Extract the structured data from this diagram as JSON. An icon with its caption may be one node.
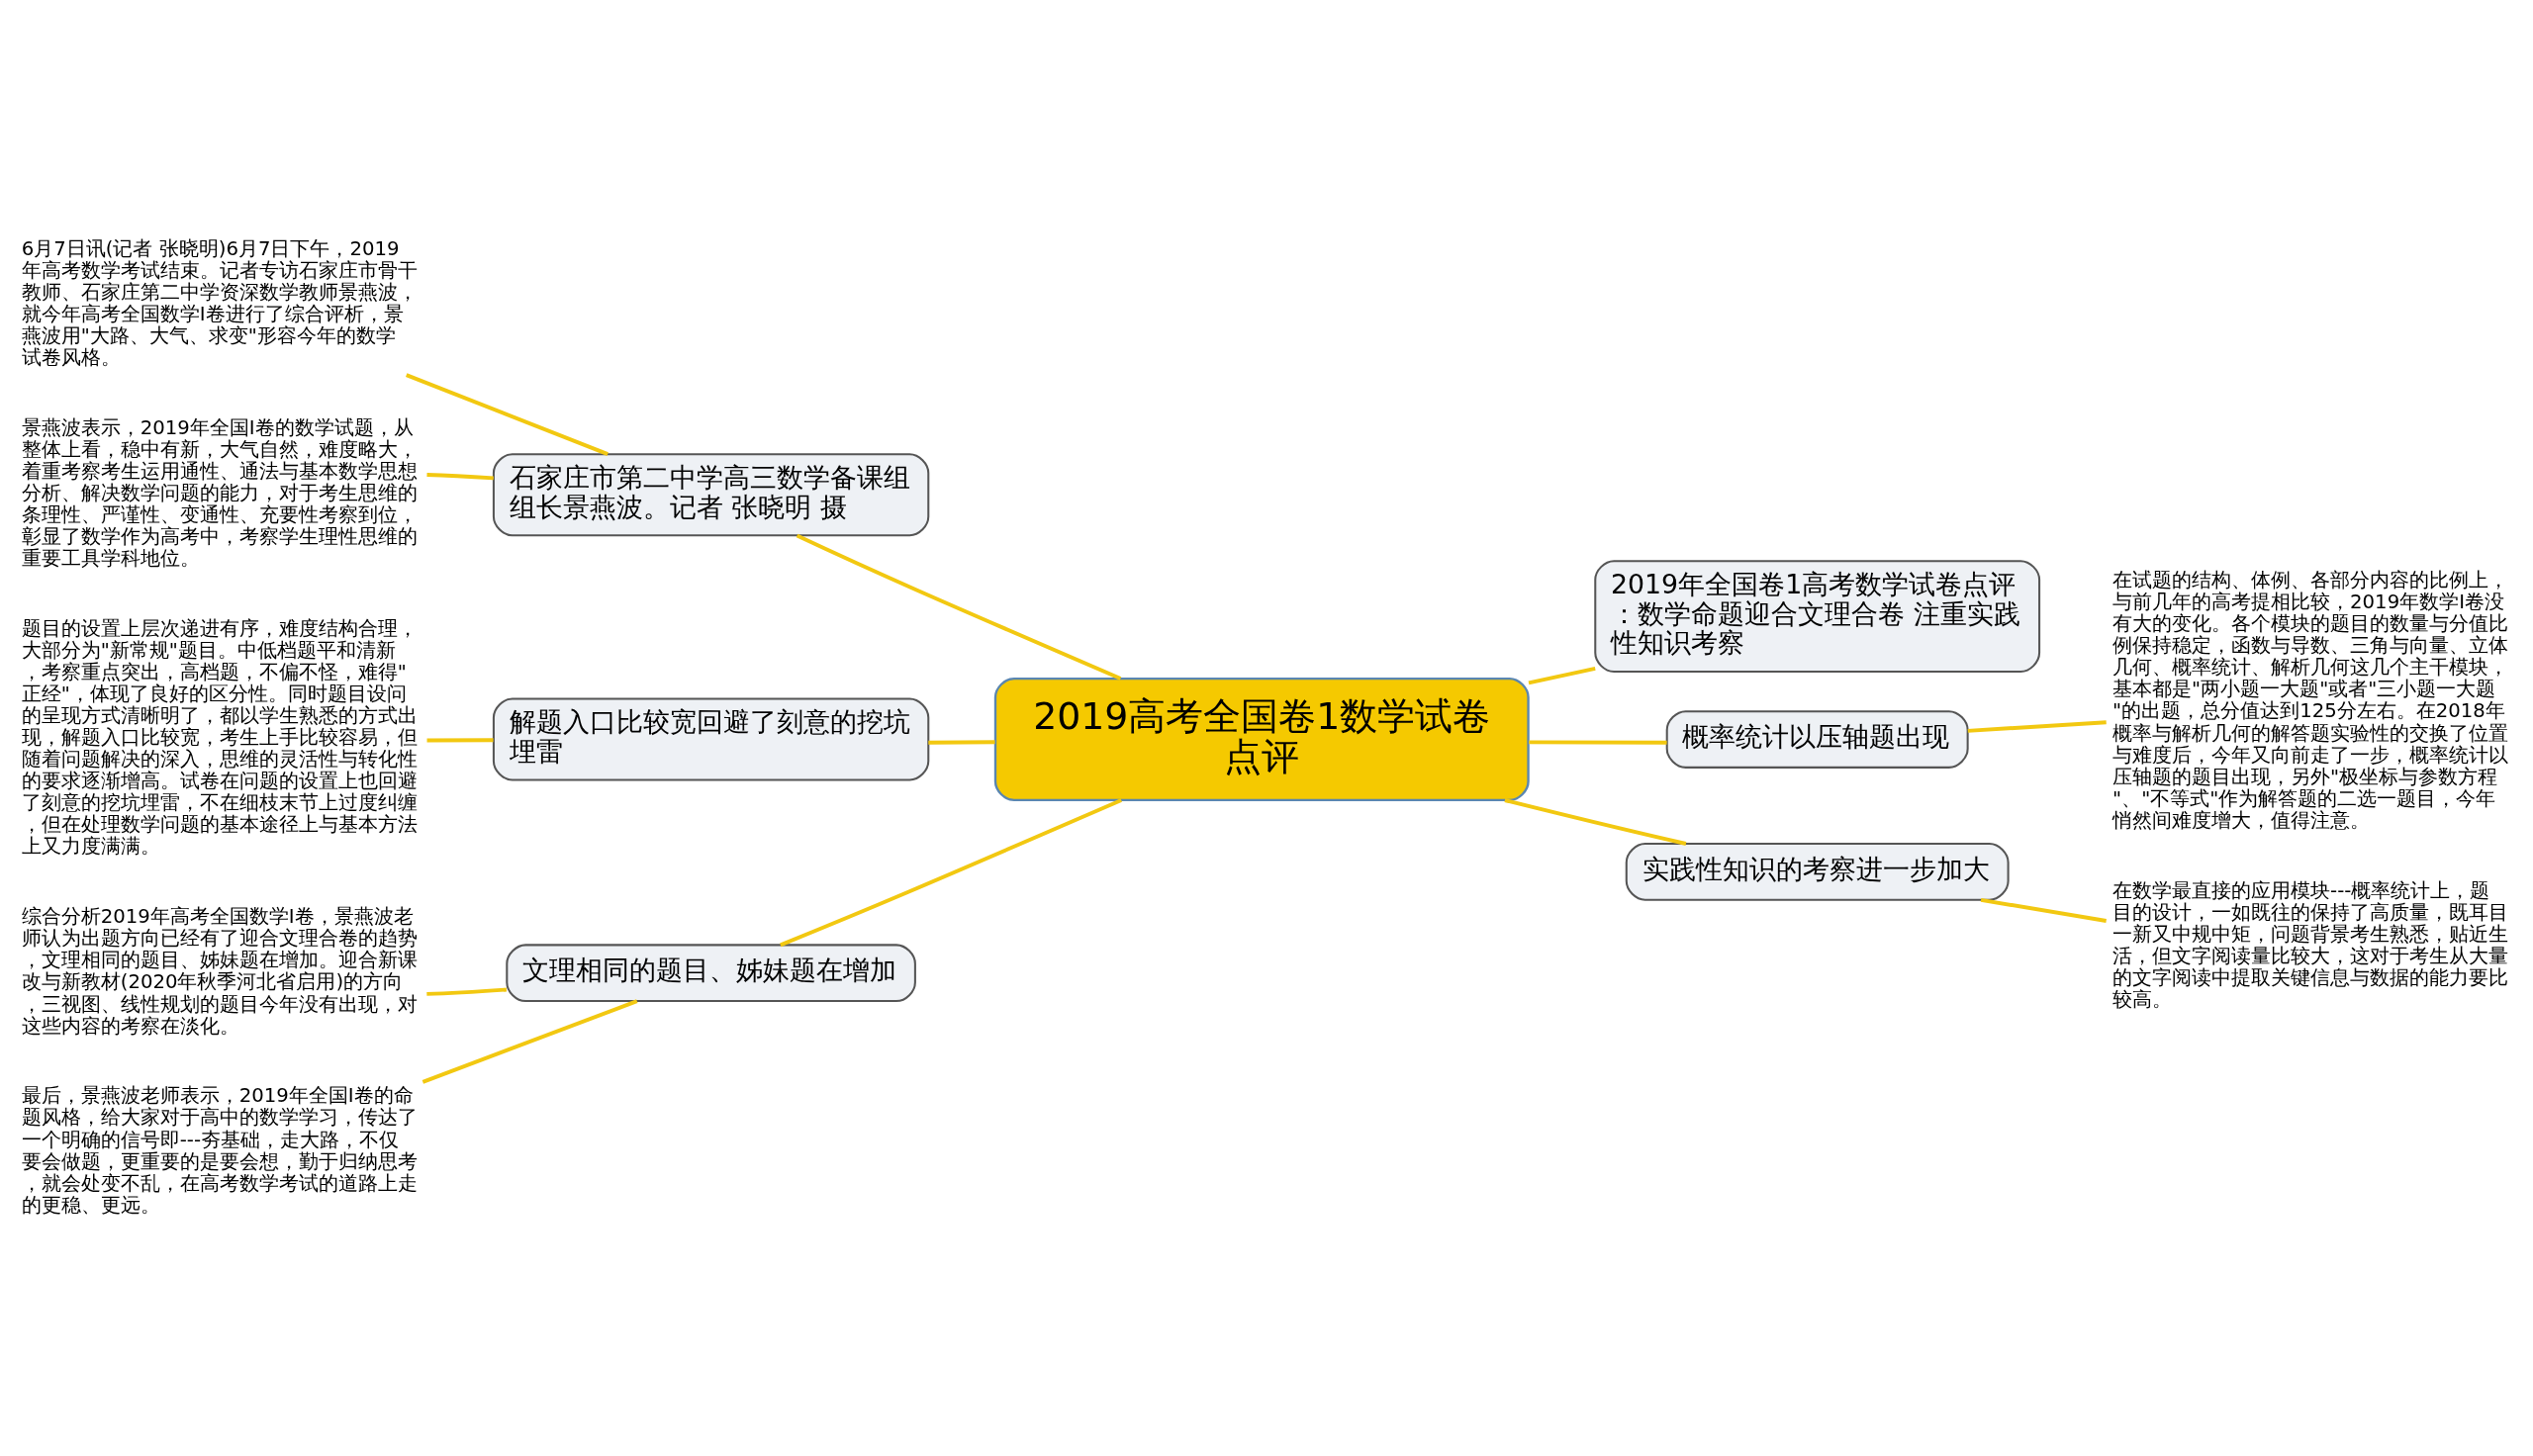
{
  "diagram": {
    "nodes": [
      {
        "text": [
          "2019高考全国卷1数学试卷点评"
        ]
      },
      {
        "text": [
          "石家庄市第二中学高三数学备课组组长景燕波。记者 张晓明 摄"
        ]
      },
      {
        "text": [
          "6月7日讯(记者 张晓明)6月7日下午，2019年高考数学考试结束。记者专访石家庄市骨干教师、石家庄第二中学资深数学教师景燕波，就今年高考全国数学I卷进行了综合评析，景燕波用\"大路、大气、求变\"形容今年的数学试卷风格。"
        ]
      },
      {
        "text": [
          "景燕波表示，2019年全国I卷的数学试题，从整体上看，稳中有新，大气自然，难度略大，着重考察考生运用通性、通法与基本数学思想分析、解决数学问题的能力，对于考生思维的条理性、严谨性、变通性、充要性考察到位，彰显了数学作为高考中，考察学生理性思维的重要工具学科地位。"
        ]
      },
      {
        "text": [
          "解题入口比较宽回避了刻意的挖坑埋雷"
        ]
      },
      {
        "text": [
          "题目的设置上层次递进有序，难度结构合理，大部分为\"新常规\"题目。中低档题平和清新，考察重点突出，高档题，不偏不怪，难得\"正经\"，体现了良好的区分性。同时题目设问的呈现方式清晰明了，都以学生熟悉的方式出现，解题入口比较宽，考生上手比较容易，但随着问题解决的深入，思维的灵活性与转化性的要求逐渐增高。试卷在问题的设置上也回避了刻意的挖坑埋雷，不在细枝末节上过度纠缠，但在处理数学问题的基本途径上与基本方法上又力度满满。"
        ]
      },
      {
        "text": [
          "文理相同的题目、姊妹题在增加"
        ]
      },
      {
        "text": [
          "综合分析2019年高考全国数学I卷，景燕波老师认为出题方向已经有了迎合文理合卷的趋势，文理相同的题目、姊妹题在增加。迎合新课改与新教材(2020年秋季河北省启用)的方向，三视图、线性规划的题目今年没有出现，对这些内容的考察在淡化。"
        ]
      },
      {
        "text": [
          "最后，景燕波老师表示，2019年全国I卷的命题风格，给大家对于高中的数学学习，传达了一个明确的信号即---夯基础，走大路，不仅要会做题，更重要的是要会想，勤于归纳思考，就会处变不乱，在高考数学考试的道路上走的更稳、更远。"
        ]
      },
      {
        "text": [
          "2019年全国卷1高考数学试卷点评：数学命题迎合文理合卷 注重实践性知识考察"
        ]
      },
      {
        "text": [
          "概率统计以压轴题出现"
        ]
      },
      {
        "text": [
          "在试题的结构、体例、各部分内容的比例上，与前几年的高考提相比较，2019年数学I卷没有大的变化。各个模块的题目的数量与分值比例保持稳定，函数与导数、三角与向量、立体几何、概率统计、解析几何这几个主干模块，基本都是\"两小题一大题\"或者\"三小题一大题\"的出题，总分值达到125分左右。在2018年概率与解析几何的解答题实验性的交换了位置与难度后，今年又向前走了一步，概率统计以压轴题的题目出现，另外\"极坐标与参数方程\"、\"不等式\"作为解答题的二选一题目，今年悄然间难度增大，值得注意。"
        ]
      },
      {
        "text": [
          "实践性知识的考察进一步加大"
        ]
      },
      {
        "text": [
          "在数学最直接的应用模块---概率统计上，题目的设计，一如既往的保持了高质量，既耳目一新又中规中矩，问题背景考生熟悉，贴近生活，但文字阅读量比较大，这对于考生从大量的文字阅读中提取关键信息与数据的能力要比较高。"
        ]
      }
    ],
    "edges": [
      {
        "from": 1,
        "to": 0,
        "arrow": "none"
      },
      {
        "from": 2,
        "to": 1,
        "arrow": "none"
      },
      {
        "from": 3,
        "to": 1,
        "arrow": "none"
      },
      {
        "from": 4,
        "to": 0,
        "arrow": "none"
      },
      {
        "from": 5,
        "to": 4,
        "arrow": "none"
      },
      {
        "from": 6,
        "to": 0,
        "arrow": "none"
      },
      {
        "from": 7,
        "to": 6,
        "arrow": "none"
      },
      {
        "from": 8,
        "to": 6,
        "arrow": "none"
      },
      {
        "from": 0,
        "to": 9,
        "arrow": "none"
      },
      {
        "from": 0,
        "to": 10,
        "arrow": "none"
      },
      {
        "from": 10,
        "to": 11,
        "arrow": "none"
      },
      {
        "from": 0,
        "to": 12,
        "arrow": "none"
      },
      {
        "from": 12,
        "to": 13,
        "arrow": "none"
      }
    ]
  }
}
